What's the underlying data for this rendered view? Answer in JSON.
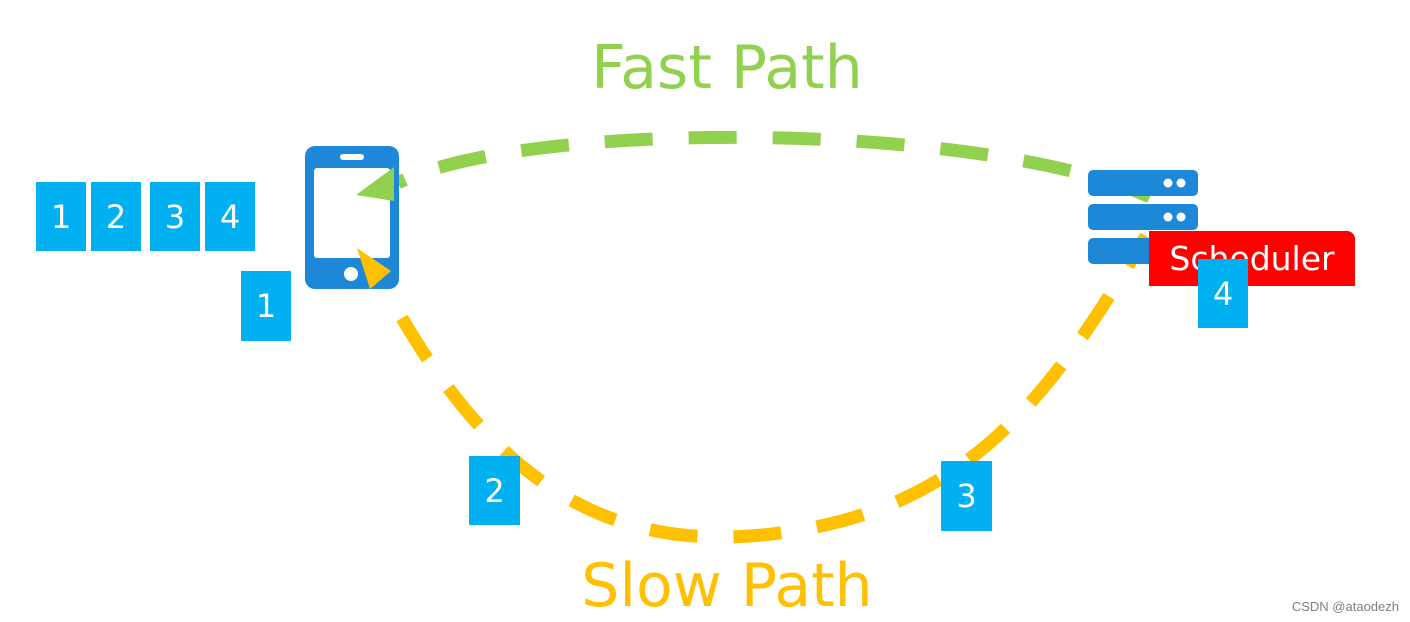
{
  "titles": {
    "fast": "Fast Path",
    "slow": "Slow Path"
  },
  "queue": [
    "1",
    "2",
    "3",
    "4"
  ],
  "steps": {
    "one": "1",
    "two": "2",
    "three": "3",
    "four": "4"
  },
  "server_label": "Scheduler",
  "watermark": "CSDN @ataodezh",
  "colors": {
    "fast": "#92d050",
    "slow": "#ffc000",
    "box": "#00b0f0",
    "device": "#1e88d8",
    "scheduler": "#ff0000"
  },
  "icons": {
    "device": "phone-icon",
    "server": "server-icon"
  }
}
